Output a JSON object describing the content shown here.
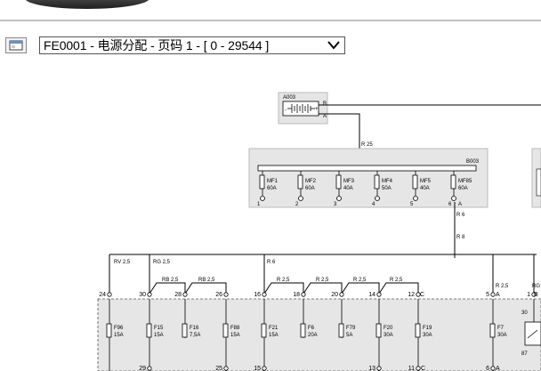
{
  "toolbar": {
    "page_selector_text": "FE0001 - 电源分配 - 页码 1 - [ 0 - 29544 ]",
    "export_icon": "window-icon",
    "dropdown_icon": "chevron-down-icon"
  },
  "diagram": {
    "battery": {
      "label": "A003",
      "pin_b": "B",
      "pin_a": "A"
    },
    "top_wire": {
      "code": "R 25",
      "pin": "B"
    },
    "megafuse_box": {
      "label": "B003",
      "fuses": [
        {
          "name": "MF1",
          "rating": "60A",
          "pin": "1"
        },
        {
          "name": "MF2",
          "rating": "60A",
          "pin": "2"
        },
        {
          "name": "MF3",
          "rating": "40A",
          "pin": "3"
        },
        {
          "name": "MF4",
          "rating": "50A",
          "pin": "4"
        },
        {
          "name": "MF5",
          "rating": "40A",
          "pin": "5"
        },
        {
          "name": "MF85",
          "rating": "60A",
          "pin": "6"
        }
      ],
      "out_pin_letter": "A"
    },
    "feed_wire_labels": [
      "R 6",
      "R 8"
    ],
    "branch_labels": [
      "RV 2,5",
      "RG 2,5",
      "R 6",
      "R 2,5",
      "RG"
    ],
    "bus_labels": [
      "RB 2,5",
      "RB 2,5",
      "R 2,5",
      "R 2,5",
      "R 2,5",
      "R 2,5"
    ],
    "top_pins": [
      "24",
      "30",
      "28",
      "26",
      "16",
      "18",
      "20",
      "14",
      "12",
      "5",
      "1"
    ],
    "top_pin_letters": [
      "C",
      "A",
      "B"
    ],
    "fuses": [
      {
        "name": "F96",
        "rating": "15A"
      },
      {
        "name": "F15",
        "rating": "15A"
      },
      {
        "name": "F16",
        "rating": "7,5A"
      },
      {
        "name": "F88",
        "rating": "15A"
      },
      {
        "name": "F21",
        "rating": "15A"
      },
      {
        "name": "F6",
        "rating": "20A"
      },
      {
        "name": "F79",
        "rating": "5A"
      },
      {
        "name": "F20",
        "rating": "30A"
      },
      {
        "name": "F19",
        "rating": "30A"
      },
      {
        "name": "F7",
        "rating": "30A"
      }
    ],
    "relay_pins": [
      "30",
      "87"
    ],
    "bottom_pins": [
      "29",
      "25",
      "15",
      "13",
      "11",
      "6"
    ],
    "bottom_pin_letters": [
      "C",
      "A"
    ]
  }
}
